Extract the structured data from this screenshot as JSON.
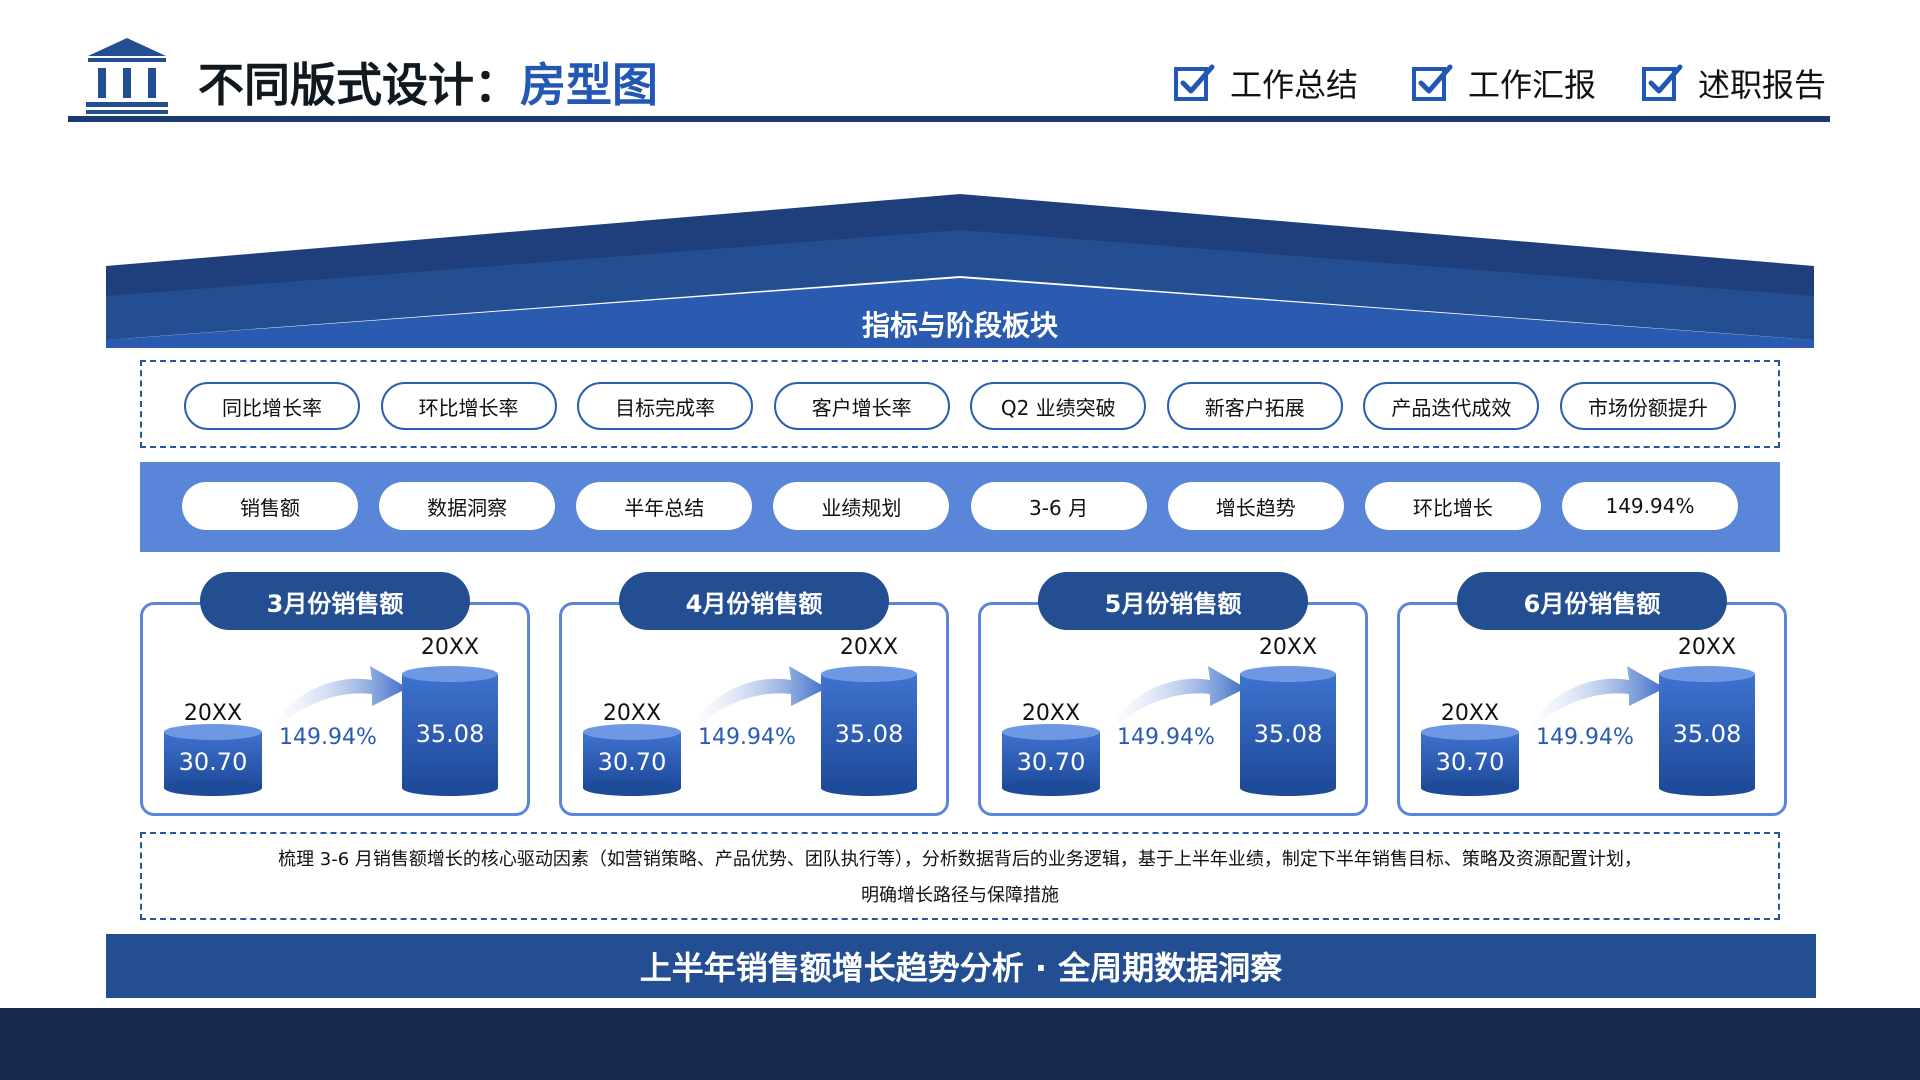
{
  "header": {
    "title_main": "不同版式设计：",
    "title_highlight": "房型图",
    "tags": [
      "工作总结",
      "工作汇报",
      "述职报告"
    ]
  },
  "roof": {
    "title": "指标与阶段板块"
  },
  "kpi_pills": [
    "同比增长率",
    "环比增长率",
    "目标完成率",
    "客户增长率",
    "Q2 业绩突破",
    "新客户拓展",
    "产品迭代成效",
    "市场份额提升"
  ],
  "tag_pills": [
    "销售额",
    "数据洞察",
    "半年总结",
    "业绩规划",
    "3-6 月",
    "增长趋势",
    "环比增长",
    "149.94%"
  ],
  "cards": [
    {
      "title": "3月份销售额",
      "left_year": "20XX",
      "left_value": "30.70",
      "growth": "149.94%",
      "right_year": "20XX",
      "right_value": "35.08"
    },
    {
      "title": "4月份销售额",
      "left_year": "20XX",
      "left_value": "30.70",
      "growth": "149.94%",
      "right_year": "20XX",
      "right_value": "35.08"
    },
    {
      "title": "5月份销售额",
      "left_year": "20XX",
      "left_value": "30.70",
      "growth": "149.94%",
      "right_year": "20XX",
      "right_value": "35.08"
    },
    {
      "title": "6月份销售额",
      "left_year": "20XX",
      "left_value": "30.70",
      "growth": "149.94%",
      "right_year": "20XX",
      "right_value": "35.08"
    }
  ],
  "description": {
    "line1": "梳理 3-6 月销售额增长的核心驱动因素（如营销策略、产品优势、团队执行等），分析数据背后的业务逻辑，基于上半年业绩，制定下半年销售目标、策略及资源配置计划，",
    "line2": "明确增长路径与保障措施"
  },
  "footer": {
    "banner": "上半年销售额增长趋势分析 · 全周期数据洞察"
  },
  "colors": {
    "navy": "#16294f",
    "primary": "#234e92",
    "accent": "#5a86da",
    "title_blue": "#2357b6"
  },
  "icons": {
    "logo": "bank-building-icon",
    "tag": "checkbox-checked-icon"
  }
}
